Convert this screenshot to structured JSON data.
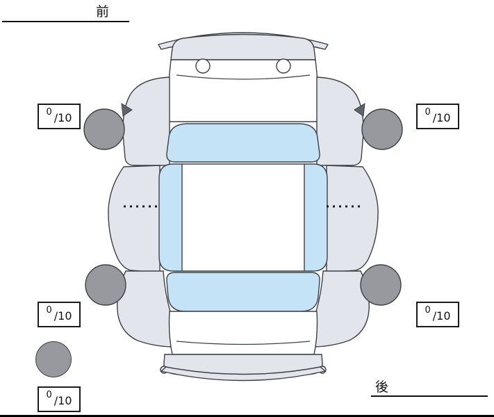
{
  "labels": {
    "front": "前",
    "rear": "後"
  },
  "tire_scores": {
    "front_left": {
      "value": "0",
      "max": "/10"
    },
    "front_right": {
      "value": "0",
      "max": "/10"
    },
    "rear_left": {
      "value": "0",
      "max": "/10"
    },
    "rear_right": {
      "value": "0",
      "max": "/10"
    },
    "spare": {
      "value": "0",
      "max": "/10"
    }
  },
  "colors": {
    "body_panel": "#e2e5ec",
    "glass": "#c5e3f7",
    "tire": "#97999e",
    "outline": "#3c4043",
    "background": "#ffffff"
  }
}
